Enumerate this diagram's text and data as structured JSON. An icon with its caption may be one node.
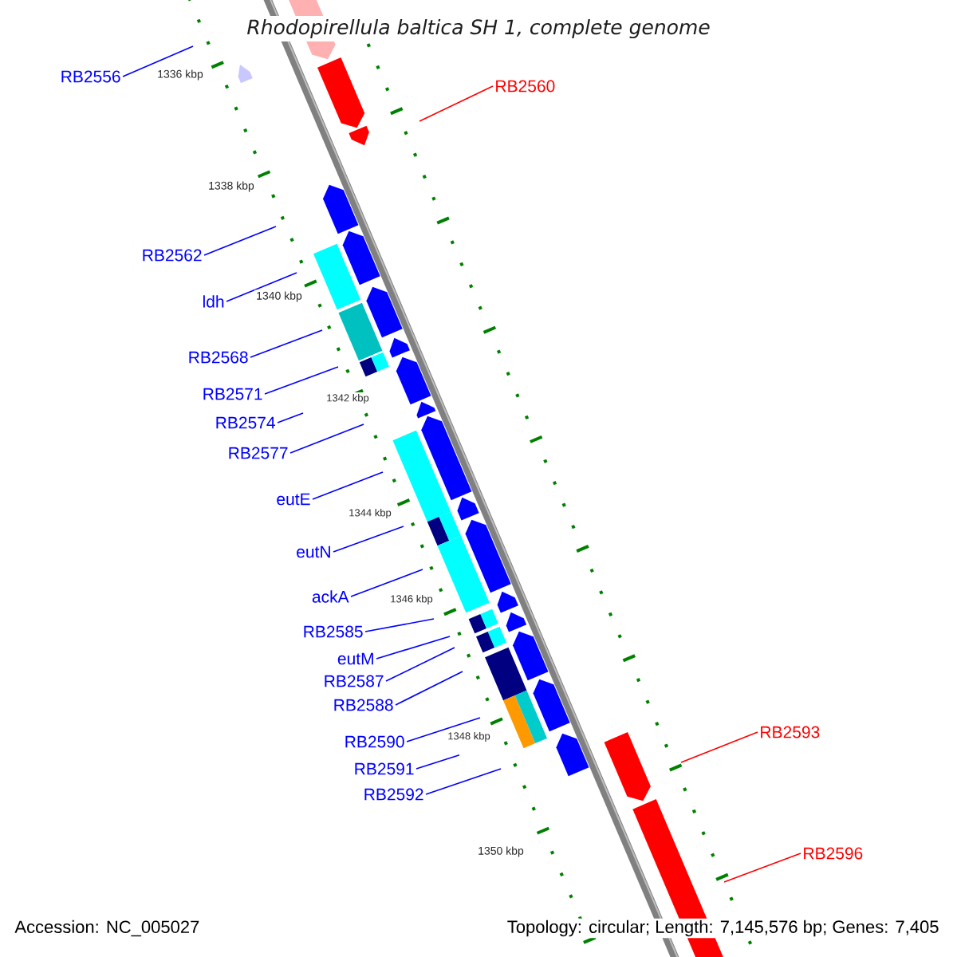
{
  "diagram": {
    "title": "Rhodopirellula baltica SH 1, complete genome",
    "nodes": [
      {
        "text": [
          "RB2556"
        ]
      },
      {
        "text": [
          "RB2560"
        ]
      },
      {
        "text": [
          "RB2562"
        ]
      },
      {
        "text": [
          "ldh"
        ]
      },
      {
        "text": [
          "RB2568"
        ]
      },
      {
        "text": [
          "RB2571"
        ]
      },
      {
        "text": [
          "RB2574"
        ]
      },
      {
        "text": [
          "RB2577"
        ]
      },
      {
        "text": [
          "eutE"
        ]
      },
      {
        "text": [
          "eutN"
        ]
      },
      {
        "text": [
          "ackA"
        ]
      },
      {
        "text": [
          "RB2585"
        ]
      },
      {
        "text": [
          "eutM"
        ]
      },
      {
        "text": [
          "RB2587"
        ]
      },
      {
        "text": [
          "RB2588"
        ]
      },
      {
        "text": [
          "RB2590"
        ]
      },
      {
        "text": [
          "RB2591"
        ]
      },
      {
        "text": [
          "RB2592"
        ]
      },
      {
        "text": [
          "RB2593"
        ]
      },
      {
        "text": [
          "RB2596"
        ]
      }
    ],
    "edges": [
      {
        "from": 0,
        "to": null,
        "arrow": "none"
      },
      {
        "from": 1,
        "to": null,
        "arrow": "none",
        "color": "#ff0000"
      },
      {
        "from": 2,
        "to": null,
        "arrow": "none"
      },
      {
        "from": 3,
        "to": null,
        "arrow": "none"
      },
      {
        "from": 4,
        "to": null,
        "arrow": "none"
      },
      {
        "from": 5,
        "to": null,
        "arrow": "none"
      },
      {
        "from": 6,
        "to": null,
        "arrow": "none"
      },
      {
        "from": 7,
        "to": null,
        "arrow": "none"
      },
      {
        "from": 8,
        "to": null,
        "arrow": "none"
      },
      {
        "from": 9,
        "to": null,
        "arrow": "none"
      },
      {
        "from": 10,
        "to": null,
        "arrow": "none"
      },
      {
        "from": 11,
        "to": null,
        "arrow": "none"
      },
      {
        "from": 12,
        "to": null,
        "arrow": "none"
      },
      {
        "from": 13,
        "to": null,
        "arrow": "none"
      },
      {
        "from": 14,
        "to": null,
        "arrow": "none"
      },
      {
        "from": 15,
        "to": null,
        "arrow": "none"
      },
      {
        "from": 16,
        "to": null,
        "arrow": "none"
      },
      {
        "from": 17,
        "to": null,
        "arrow": "none"
      },
      {
        "from": 18,
        "to": null,
        "arrow": "none",
        "color": "#ff0000"
      },
      {
        "from": 19,
        "to": null,
        "arrow": "none",
        "color": "#ff0000"
      }
    ],
    "labels": [
      "1336 kbp",
      "1338 kbp",
      "1340 kbp",
      "1342 kbp",
      "1344 kbp",
      "1346 kbp",
      "1348 kbp",
      "1350 kbp",
      "Accession: NC_005027",
      "Topology: circular; Length: 7,145,576 bp; Genes: 7,405"
    ]
  }
}
